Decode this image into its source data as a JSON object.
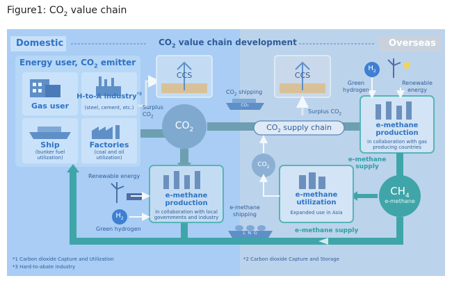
{
  "caption": {
    "prefix": "Figure1: CO",
    "sub": "2",
    "suffix": " value chain"
  },
  "header": {
    "domestic": "Domestic",
    "overseas": "Overseas",
    "title_prefix": "CO",
    "title_sub": "2",
    "title_suffix": " value chain development"
  },
  "emitter": {
    "title_prefix": "Energy user, CO",
    "title_sub": "2",
    "title_suffix": " emitter",
    "gas_user": "Gas user",
    "hta_title": "H-to-A industry",
    "hta_sup": "*3",
    "hta_detail": "(steel, cement, etc.)",
    "ship_title": "Ship",
    "ship_detail_1": "(bunker fuel",
    "ship_detail_2": "utilization)",
    "factories_title": "Factories",
    "factories_detail_1": "(coal and oil",
    "factories_detail_2": "utilization)"
  },
  "ccs_label": "CCS",
  "co2_label_main": "CO",
  "co2_label_sub": "2",
  "surplus_left_1": "Surplus",
  "surplus_left_2": "CO",
  "surplus_left_sub": "2",
  "co2_shipping_prefix": "CO",
  "co2_shipping_sub": "2",
  "co2_shipping_suffix": " shipping",
  "surplus_right_prefix": "Surplus CO",
  "surplus_right_sub": "2",
  "supply_chain_prefix": "CO",
  "supply_chain_sub": "2",
  "supply_chain_suffix": " supply chain",
  "h2_main": "H",
  "h2_sub": "2",
  "green_hydrogen_1": "Green",
  "green_hydrogen_2": "hydrogen",
  "renewable_energy_1": "Renewable",
  "renewable_energy_2": "energy",
  "overseas_production": {
    "title_1": "e-methane",
    "title_2": "production",
    "detail_1": "in collaboration with gas",
    "detail_2": "producing countries"
  },
  "e_methane_supply_right_1": "e-methane",
  "e_methane_supply_right_2": "supply",
  "ch4_main": "CH",
  "ch4_sub": "4",
  "ch4_label": "e-methane",
  "utilization": {
    "title_1": "e-methane",
    "title_2": "utilization",
    "detail": "Expanded use in Asia"
  },
  "domestic_production": {
    "title_1": "e-methane",
    "title_2": "production",
    "detail_1": "in collaboration with local",
    "detail_2": "governments and industry"
  },
  "renewable_energy_left": "Renewable energy",
  "green_hydrogen_left": "Green hydrogen",
  "e_methane_shipping_1": "e-methane",
  "e_methane_shipping_2": "shipping",
  "lng_label": "L N G",
  "ship_co2_tag": "CO₂",
  "e_methane_supply_bottom": "e-methane supply",
  "footnotes": {
    "n1": "*1  Carbon dioxide Capture and Utilization",
    "n3": "*3  Hard-to-abate industry",
    "n2": "*2  Carbon dioxide Capture and Storage"
  },
  "colors": {
    "domestic_bg": "#a9cdf4",
    "overseas_bg": "#bcd3ec",
    "flow": "#6d9fb0",
    "teal": "#3fa5a9",
    "box_border": "#56b5b8",
    "text_blue": "#2f73c4",
    "accent": "#3e7fd1"
  }
}
